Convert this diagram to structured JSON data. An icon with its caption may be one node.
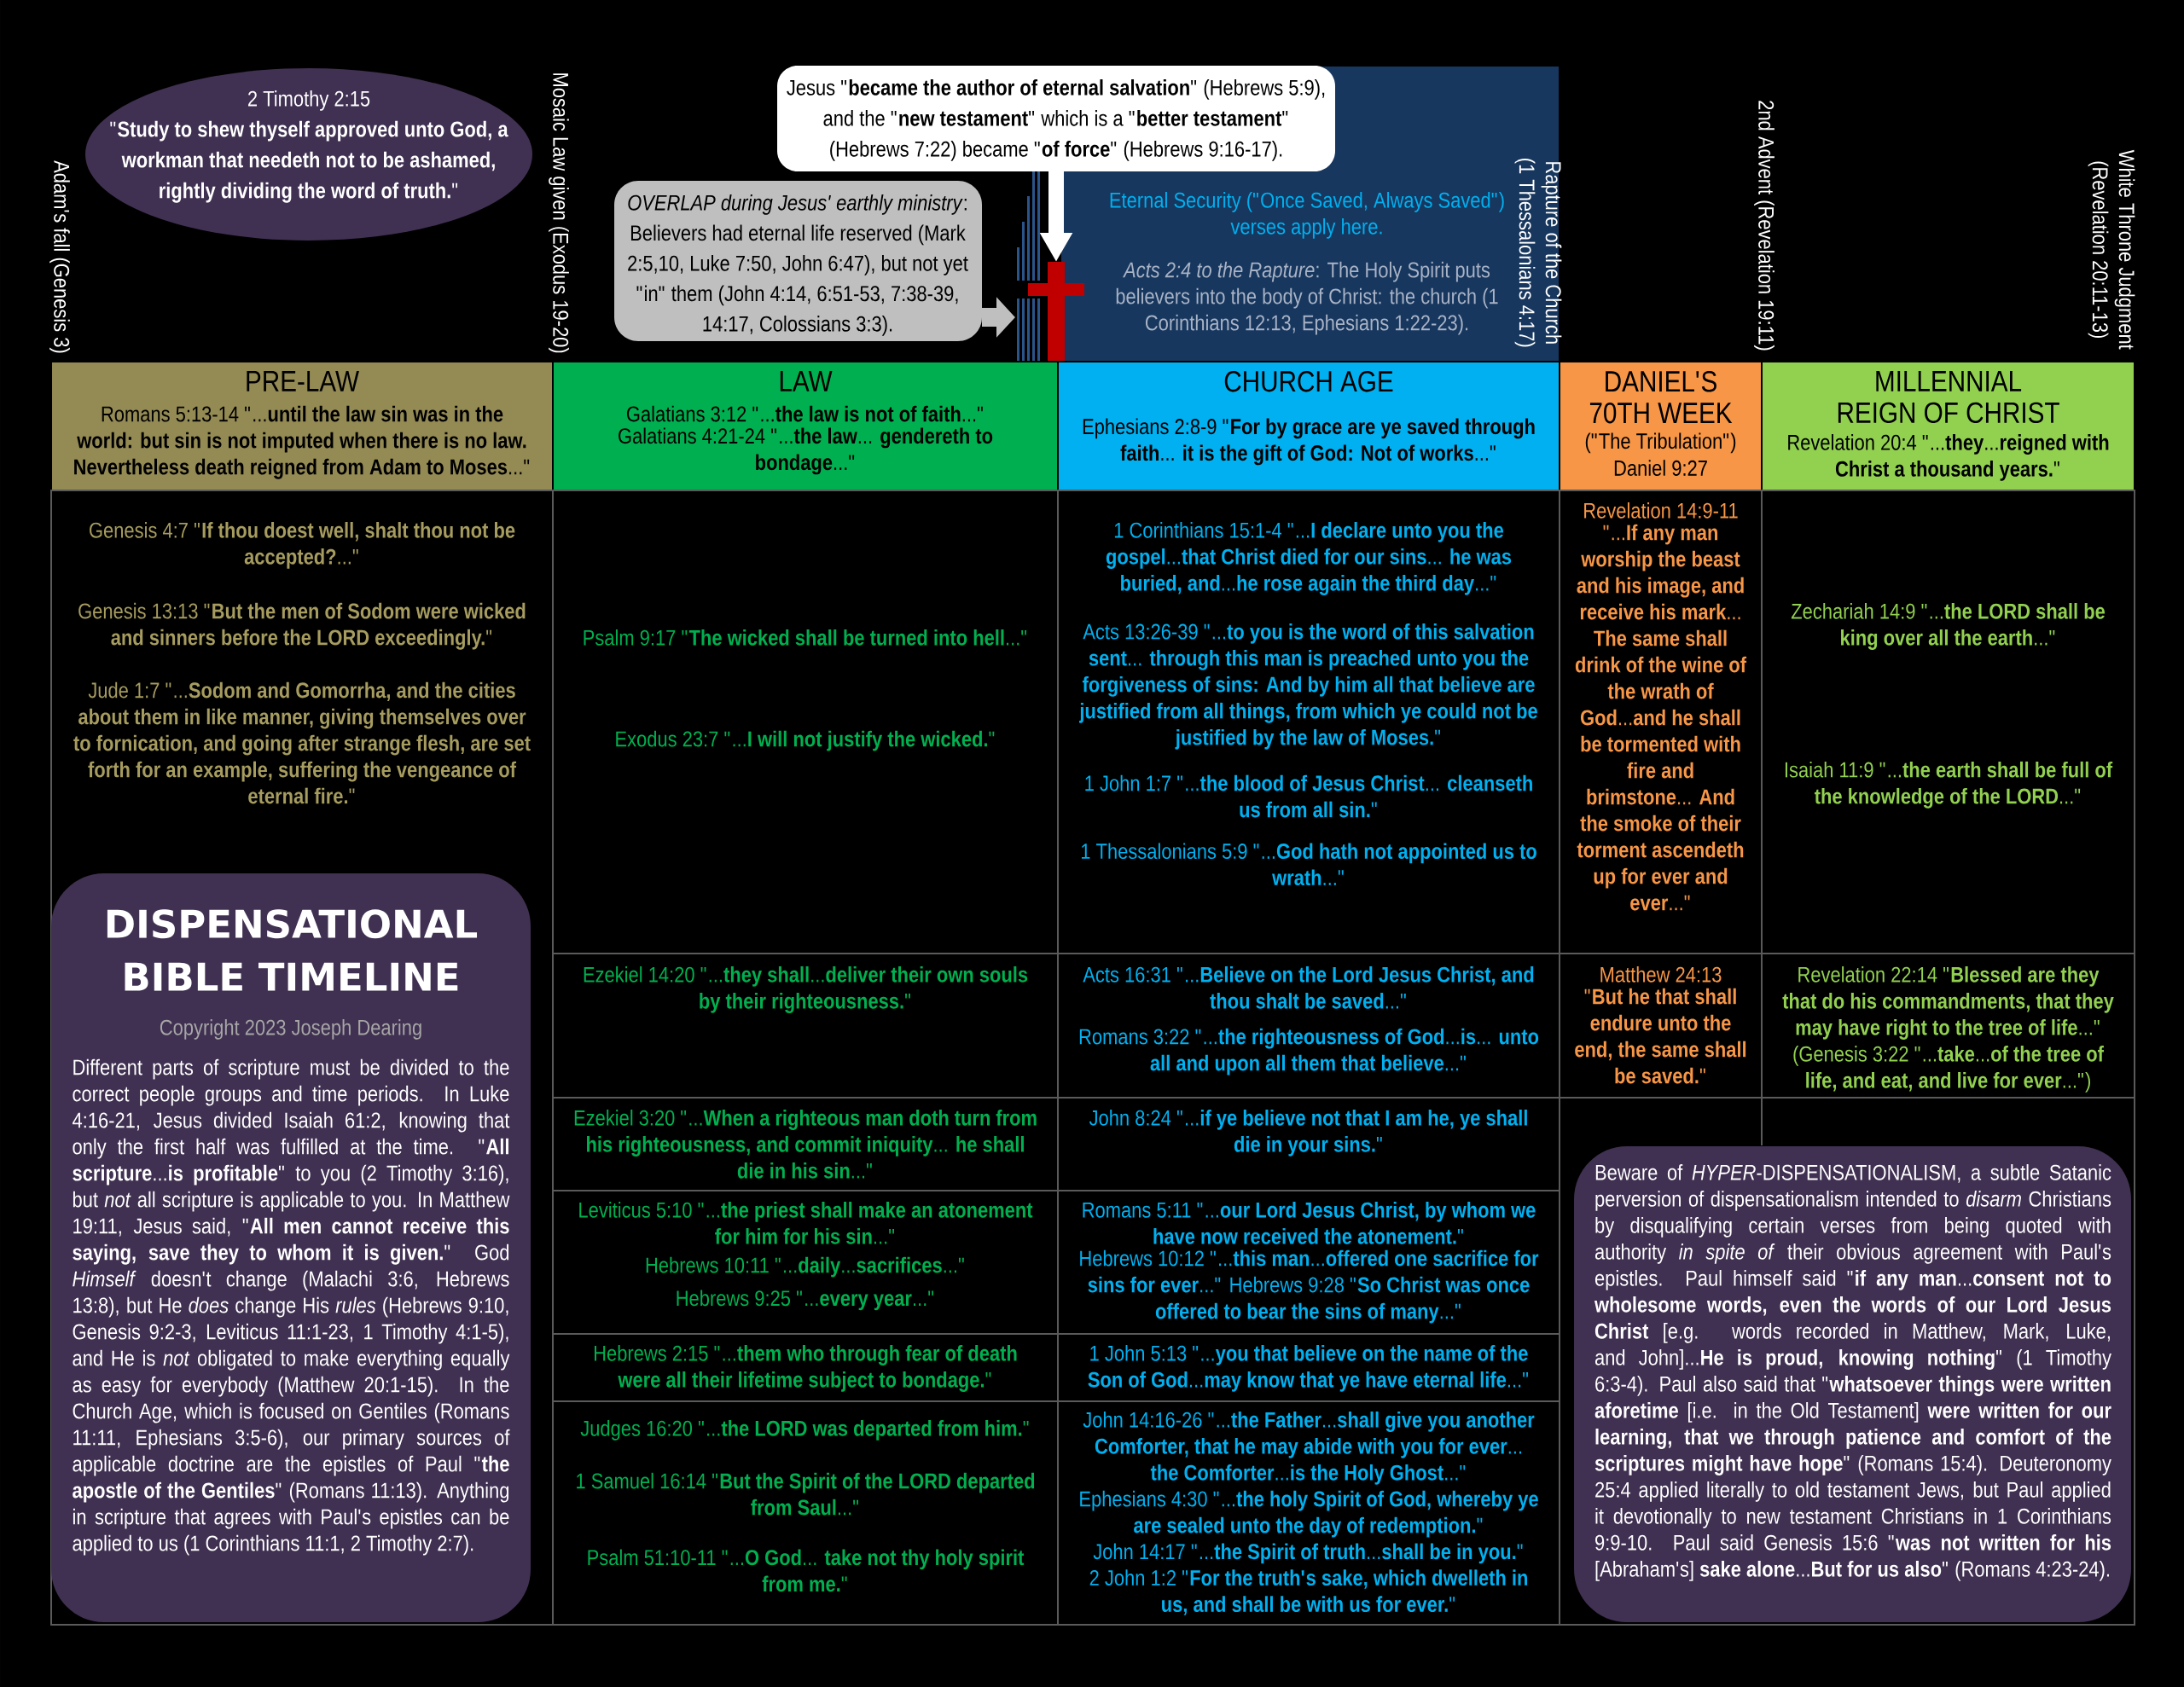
{
  "diagram": {
    "title": "DISPENSATIONAL BIBLE TIMELINE",
    "nodes": [
      {
        "text": [
          "2 Timothy 2:15",
          "\"**Study to shew thyself approved unto God, a workman that needeth not to be ashamed, rightly dividing the word of truth.**\""
        ]
      },
      {
        "text": [
          "Jesus \"**became the author of eternal salvation**\" (Hebrews 5:9), and the \"**new testament**\" which is a \"**better testament**\" (Hebrews 7:22) became \"**of force**\" (Hebrews 9:16-17)."
        ]
      },
      {
        "text": [
          "*OVERLAP during Jesus' earthly ministry*: Believers had eternal life reserved (Mark 2:5,10, Luke 7:50, John 6:47), but not yet \"in\" them (John 4:14, 6:51-53, 7:38-39, 14:17, Colossians 3:3)."
        ]
      },
      {
        "text": [],
        "shape": "picture"
      },
      {
        "text": [],
        "shape": "cross"
      },
      {
        "text": [
          "Eternal Security (\"Once Saved, Always Saved\") verses apply here.",
          "*Acts 2:4 to the Rapture*: The Holy Spirit puts believers into the body of Christ: the church (1 Corinthians 12:13, Ephesians 1:22-23)."
        ]
      },
      {
        "text": [
          "PRE-LAW",
          "Romans 5:13-14 \"...**until the law sin was in the world: but sin is not imputed when there is no law. Nevertheless death reigned from Adam to Moses**...\""
        ]
      },
      {
        "text": [
          "LAW",
          "Galatians 3:12 \"...**the law is not of faith**...\"",
          "Galatians 4:21-24 \"...**the law**... **gendereth to bondage**...\""
        ]
      },
      {
        "text": [
          "CHURCH AGE",
          "Ephesians 2:8-9 \"**For by grace are ye saved through faith**... **it is the gift of God: Not of works**...\""
        ]
      },
      {
        "text": [
          "DANIEL'S 70TH WEEK",
          "(\"The Tribulation\")",
          "Daniel 9:27"
        ]
      },
      {
        "text": [
          "MILLENNIAL REIGN OF CHRIST",
          "Revelation 20:4 \"...**they**...**reigned with Christ a thousand years.**\""
        ]
      },
      {
        "text": [
          "Genesis 4:7 \"**If thou doest well, shalt thou not be accepted?**...\"",
          "Genesis 13:13 \"**But the men of Sodom were wicked and sinners before the LORD exceedingly.**\"",
          "Jude 1:7 \"...**Sodom and Gomorrha, and the cities about them in like manner, giving themselves over to fornication, and going after strange flesh, are set forth for an example, suffering the vengeance of eternal fire.**\""
        ]
      },
      {
        "text": [
          "Copyright 2023 Joseph Dearing",
          "Different parts of scripture must be divided to the correct people groups and time periods. In Luke 4:16-21, Jesus divided Isaiah 61:2, knowing that only the first half was fulfilled at the time. \"**All scripture**...**is profitable**\" to you (2 Timothy 3:16), but *not* all scripture is applicable to you. In Matthew 19:11, Jesus said, \"**All men cannot receive this saying, save they to whom it is given.**\" God *Himself* doesn't change (Malachi 3:6, Hebrews 13:8), but He *does* change His *rules* (Hebrews 9:10, Genesis 9:2-3, Leviticus 11:1-23, 1 Timothy 4:1-5), and He is *not* obligated to make everything equally as easy for everybody (Matthew 20:1-15). In the Church Age, which is focused on Gentiles (Romans 11:11, Ephesians 3:5-6), our primary sources of applicable doctrine are the epistles of Paul \"**the apostle of the Gentiles**\" (Romans 11:13). Anything in scripture that agrees with Paul's epistles can be applied to us (1 Corinthians 11:1, 2 Timothy 2:7)."
        ],
        "in": 11
      },
      {
        "text": [
          "Psalm 9:17 \"**The wicked shall be turned into hell**...\"",
          "Exodus 23:7 \"...**I will not justify the wicked.**\""
        ]
      },
      {
        "text": [
          "Ezekiel 14:20 \"...**they shall**...**deliver their own souls by their righteousness.**\""
        ]
      },
      {
        "text": [
          "Ezekiel 3:20 \"...**When a righteous man doth turn from his righteousness, and commit iniquity**... **he shall die in his sin**...\""
        ]
      },
      {
        "text": [
          "Leviticus 5:10 \"...**the priest shall make an atonement for him for his sin**...\"",
          "Hebrews 10:11 \"...**daily**...**sacrifices**...\"",
          "Hebrews 9:25 \"...**every year**...\""
        ]
      },
      {
        "text": [
          "Hebrews 2:15 \"...**them who through fear of death were all their lifetime subject to bondage.**\""
        ]
      },
      {
        "text": [
          "Judges 16:20 \"...**the LORD was departed from him.**\"",
          "1 Samuel 16:14 \"**But the Spirit of the LORD departed from Saul**...\"",
          "Psalm 51:10-11 \"...**O God**... **take not thy holy spirit from me.**\""
        ]
      },
      {
        "text": [
          "1 Corinthians 15:1-4 \"...**I declare unto you the gospel**...**that Christ died for our sins**... **he was buried, and**...**he rose again the third day**...\"",
          "Acts 13:26-39 \"...**to you is the word of this salvation sent**... **through this man is preached unto you the forgiveness of sins: And by him all that believe are justified from all things, from which ye could not be justified by the law of Moses.**\"",
          "1 John 1:7 \"...**the blood of Jesus Christ**... **cleanseth us from all sin.**\"",
          "1 Thessalonians 5:9 \"...**God hath not appointed us to wrath**...\""
        ]
      },
      {
        "text": [
          "Acts 16:31 \"...**Believe on the Lord Jesus Christ, and thou shalt be saved**...\"",
          "Romans 3:22 \"...**the righteousness of God**...**is**... **unto all and upon all them that believe**...\""
        ]
      },
      {
        "text": [
          "John 8:24 \"...**if ye believe not that I am he, ye shall die in your sins.**\""
        ]
      },
      {
        "text": [
          "Romans 5:11 \"...**our Lord Jesus Christ, by whom we have now received the atonement.**\"",
          "Hebrews 10:12 \"...**this man**...**offered one sacrifice for sins for ever**...\" Hebrews 9:28 \"**So Christ was once offered to bear the sins of many**...\""
        ]
      },
      {
        "text": [
          "1 John 5:13 \"...**you that believe on the name of the Son of God**...**may know that ye have eternal life**...\""
        ]
      },
      {
        "text": [
          "John 14:16-26 \"...**the Father**...**shall give you another Comforter, that he may abide with you for ever**... **the Comforter**...**is the Holy Ghost**...\"",
          "Ephesians 4:30 \"...**the holy Spirit of God, whereby ye are sealed unto the day of redemption.**\"",
          "John 14:17 \"...**the Spirit of truth**...**shall be in you.**\"",
          "2 John 1:2 \"**For the truth's sake, which dwelleth in us, and shall be with us for ever.**\""
        ]
      },
      {
        "text": [
          "Revelation 14:9-11",
          "\"...**If any man worship the beast and his image, and receive his mark**... **The same shall drink of the wine of the wrath of God**...**and he shall be tormented with fire and brimstone**... **And the smoke of their torment ascendeth up for ever and ever**...\""
        ]
      },
      {
        "text": [
          "Matthew 24:13",
          "\"**But he that shall endure unto the end, the same shall be saved.**\""
        ]
      },
      {
        "text": [
          "Zechariah 14:9 \"...**the LORD shall be king over all the earth**...\"",
          "Isaiah 11:9 \"...**the earth shall be full of the knowledge of the LORD**...\""
        ]
      },
      {
        "text": [
          "Revelation 22:14 \"**Blessed are they that do his commandments, that they may have right to the tree of life**...\" (Genesis 3:22 \"...**take**...**of the tree of life, and eat, and live for ever**...\")"
        ]
      },
      {
        "text": [
          "Beware of *HYPER*-DISPENSATIONALISM, a subtle Satanic perversion of dispensationalism intended to *disarm* Christians by disqualifying certain verses from being quoted with authority *in spite of* their obvious agreement with Paul's epistles. Paul himself said \"**if any man**...**consent not to wholesome words, even the words of our Lord Jesus Christ** [e.g. words recorded in Matthew, Mark, Luke, and John]...**He is proud, knowing nothing**\" (1 Timothy 6:3-4). Paul also said that \"**whatsoever things were written aforetime** [i.e. in the Old Testament] **were written for our learning, that we through patience and comfort of the scriptures might have hope**\" (Romans 15:4). Deuteronomy 25:4 applied literally to old testament Jews, but Paul applied it devotionally to new testament Christians in 1 Corinthians 9:9-10. Paul said Genesis 15:6 \"**was not written for his** [Abraham's] **sake alone**...**But for us also**\" (Romans 4:23-24)."
        ]
      }
    ],
    "edges": [
      {
        "from": 1,
        "to": 4,
        "arrow": "to",
        "color": "#ffffff"
      },
      {
        "from": 2,
        "to": 3,
        "arrow": "to",
        "color": "#bfbfbf"
      }
    ],
    "labels": [
      "Adam's fall (Genesis 3)",
      "Mosaic Law given (Exodus 19-20)",
      "Rapture of the Church (1 Thessalonians 4:17)",
      "2nd Advent (Revelation 19:11)",
      "White Throne Judgment (Revelation 20:11-13)"
    ]
  }
}
